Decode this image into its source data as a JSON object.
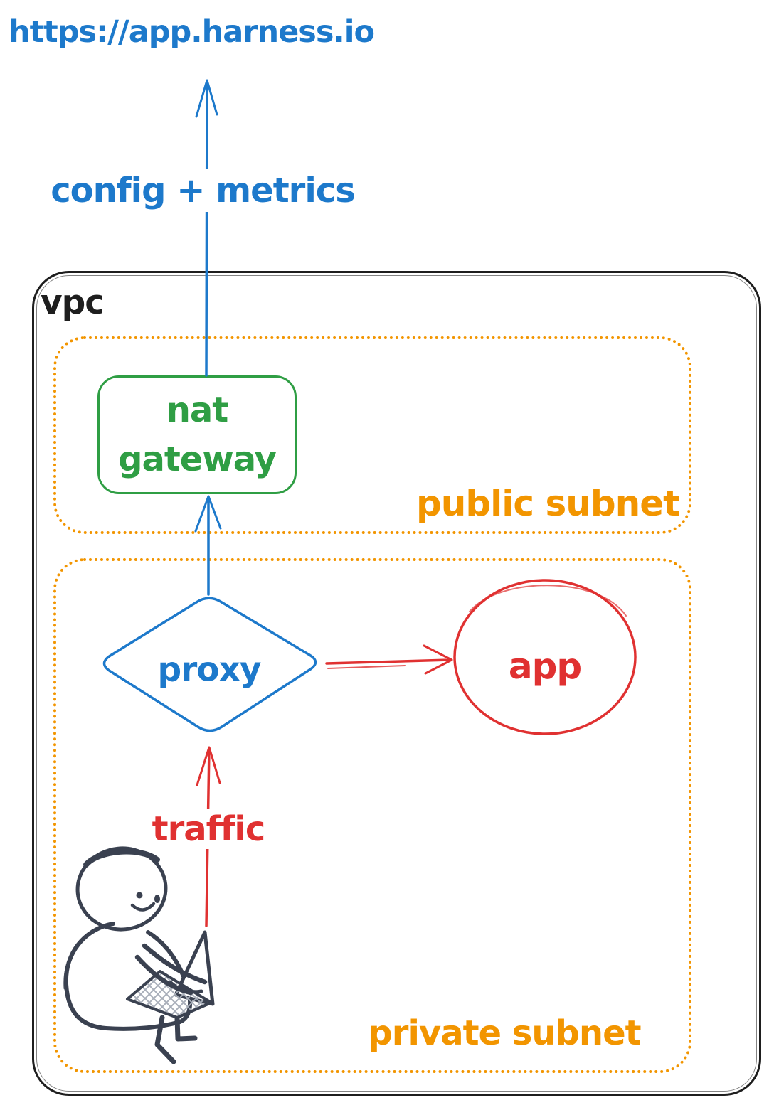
{
  "diagram": {
    "external_url": "https://app.harness.io",
    "config_arrow_label": "config + metrics",
    "vpc_label": "vpc",
    "public_subnet_label": "public subnet",
    "nat_gateway_lines": [
      "nat",
      "gateway"
    ],
    "private_subnet_label": "private subnet",
    "proxy_label": "proxy",
    "app_label": "app",
    "traffic_arrow_label": "traffic",
    "person_icon": "person-at-laptop"
  },
  "colors": {
    "blue": "#1d79cb",
    "green": "#2f9e44",
    "orange": "#f29500",
    "red": "#e03131",
    "ink": "#1e1e1e",
    "person": "#3a4150"
  }
}
